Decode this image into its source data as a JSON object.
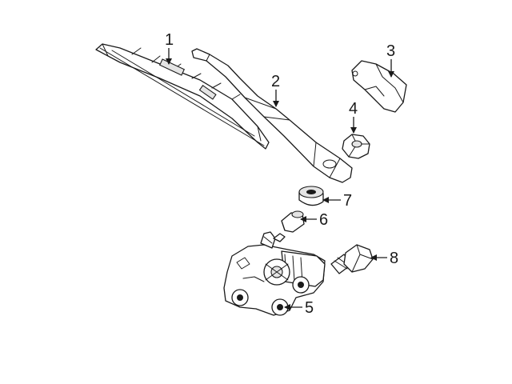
{
  "callouts": {
    "c1": "1",
    "c2": "2",
    "c3": "3",
    "c4": "4",
    "c5": "5",
    "c6": "6",
    "c7": "7",
    "c8": "8"
  },
  "colors": {
    "line": "#1a1a1a",
    "background": "#ffffff",
    "shade": "#e4e4e4"
  }
}
